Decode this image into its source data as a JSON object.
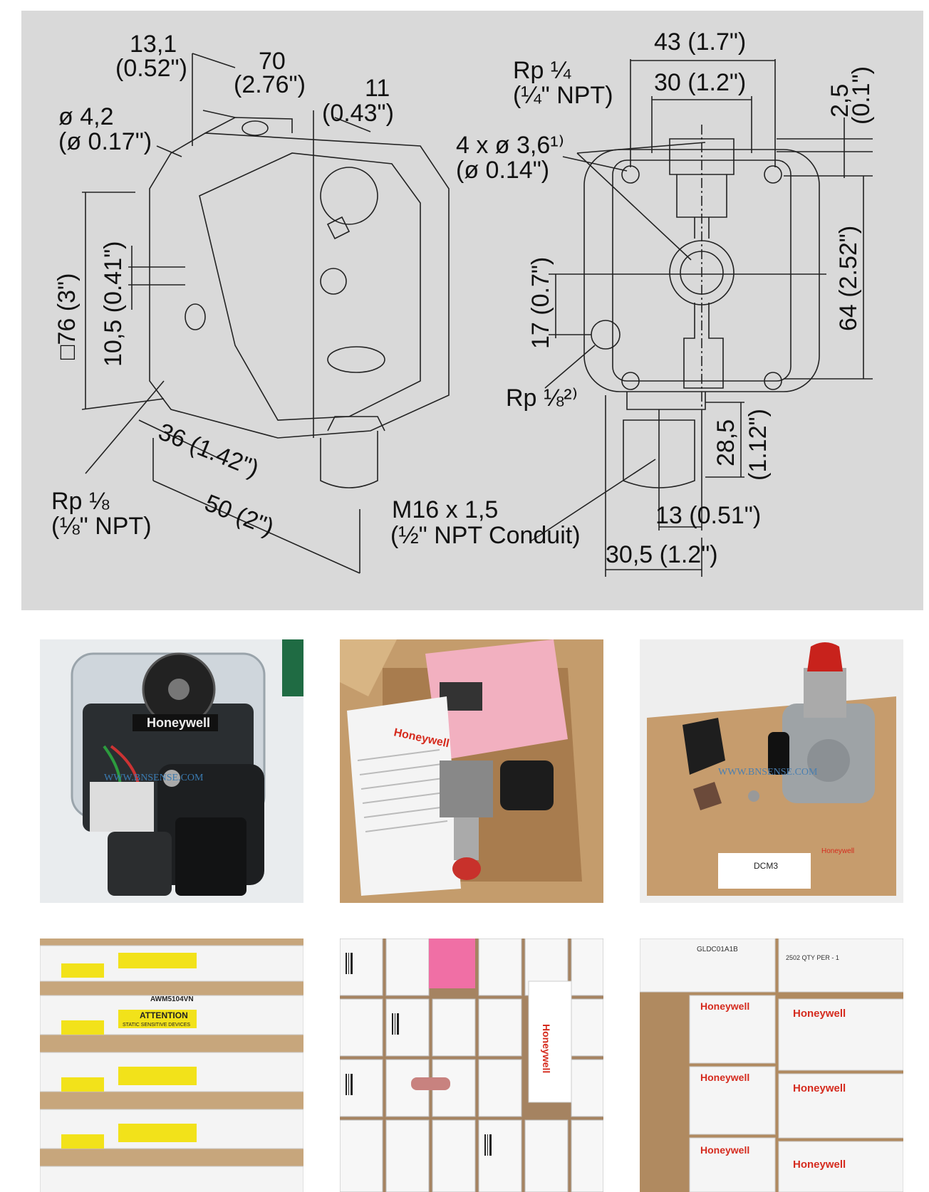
{
  "drawing": {
    "side_view": {
      "dim_13_1": "13,1",
      "dim_13_1_in": "(0.52\")",
      "dim_70": "70",
      "dim_70_in": "(2.76\")",
      "dim_11": "11",
      "dim_11_in": "(0.43\")",
      "dia_4_2": "ø 4,2",
      "dia_4_2_in": "(ø 0.17\")",
      "dim_76": "□76 (3\")",
      "dim_10_5": "10,5 (0.41\")",
      "dim_36": "36 (1.42\")",
      "dim_50": "50 (2\")",
      "rp_1_8": "Rp ⅛",
      "rp_1_8_npt": "(⅛\" NPT)"
    },
    "front_view": {
      "rp_1_4": "Rp ¼",
      "rp_1_4_npt": "(¼\" NPT)",
      "dim_43": "43 (1.7\")",
      "dim_30": "30 (1.2\")",
      "dim_2_5": "2,5",
      "dim_2_5_in": "(0.1\")",
      "holes": "4 x ø 3,6¹⁾",
      "holes_in": "(ø 0.14\")",
      "dim_64": "64 (2.52\")",
      "dim_17": "17 (0.7\")",
      "rp_1_8_2": "Rp ⅛²⁾",
      "dim_28_5": "28,5",
      "dim_28_5_in": "(1.12\")",
      "m16": "M16 x 1,5",
      "conduit": "(½\" NPT Conduit)",
      "dim_13": "13 (0.51\")",
      "dim_30_5": "30,5 (1.2\")"
    }
  },
  "photos": {
    "p1": {
      "brand": "Honeywell",
      "watermark": "WWW.BNSENSE.COM"
    },
    "p2": {
      "brand": "Honeywell"
    },
    "p3": {
      "label": "DCM3",
      "watermark": "WWW.BNSENSE.COM",
      "brand": "Honeywell"
    },
    "p4": {
      "model": "AWM5104VN",
      "warning": "ATTENTION",
      "warning_sub": "STATIC SENSITIVE DEVICES"
    },
    "p5": {
      "brand": "Honeywell"
    },
    "p6": {
      "model": "GLDC01A1B",
      "qty": "2502  QTY PER - 1",
      "brand": "Honeywell"
    }
  },
  "colors": {
    "drawing_bg": "#d9d9d9",
    "box_cardboard": "#c69c6d",
    "honeywell_red": "#d52b1e",
    "warning_yellow": "#f2e21a"
  }
}
